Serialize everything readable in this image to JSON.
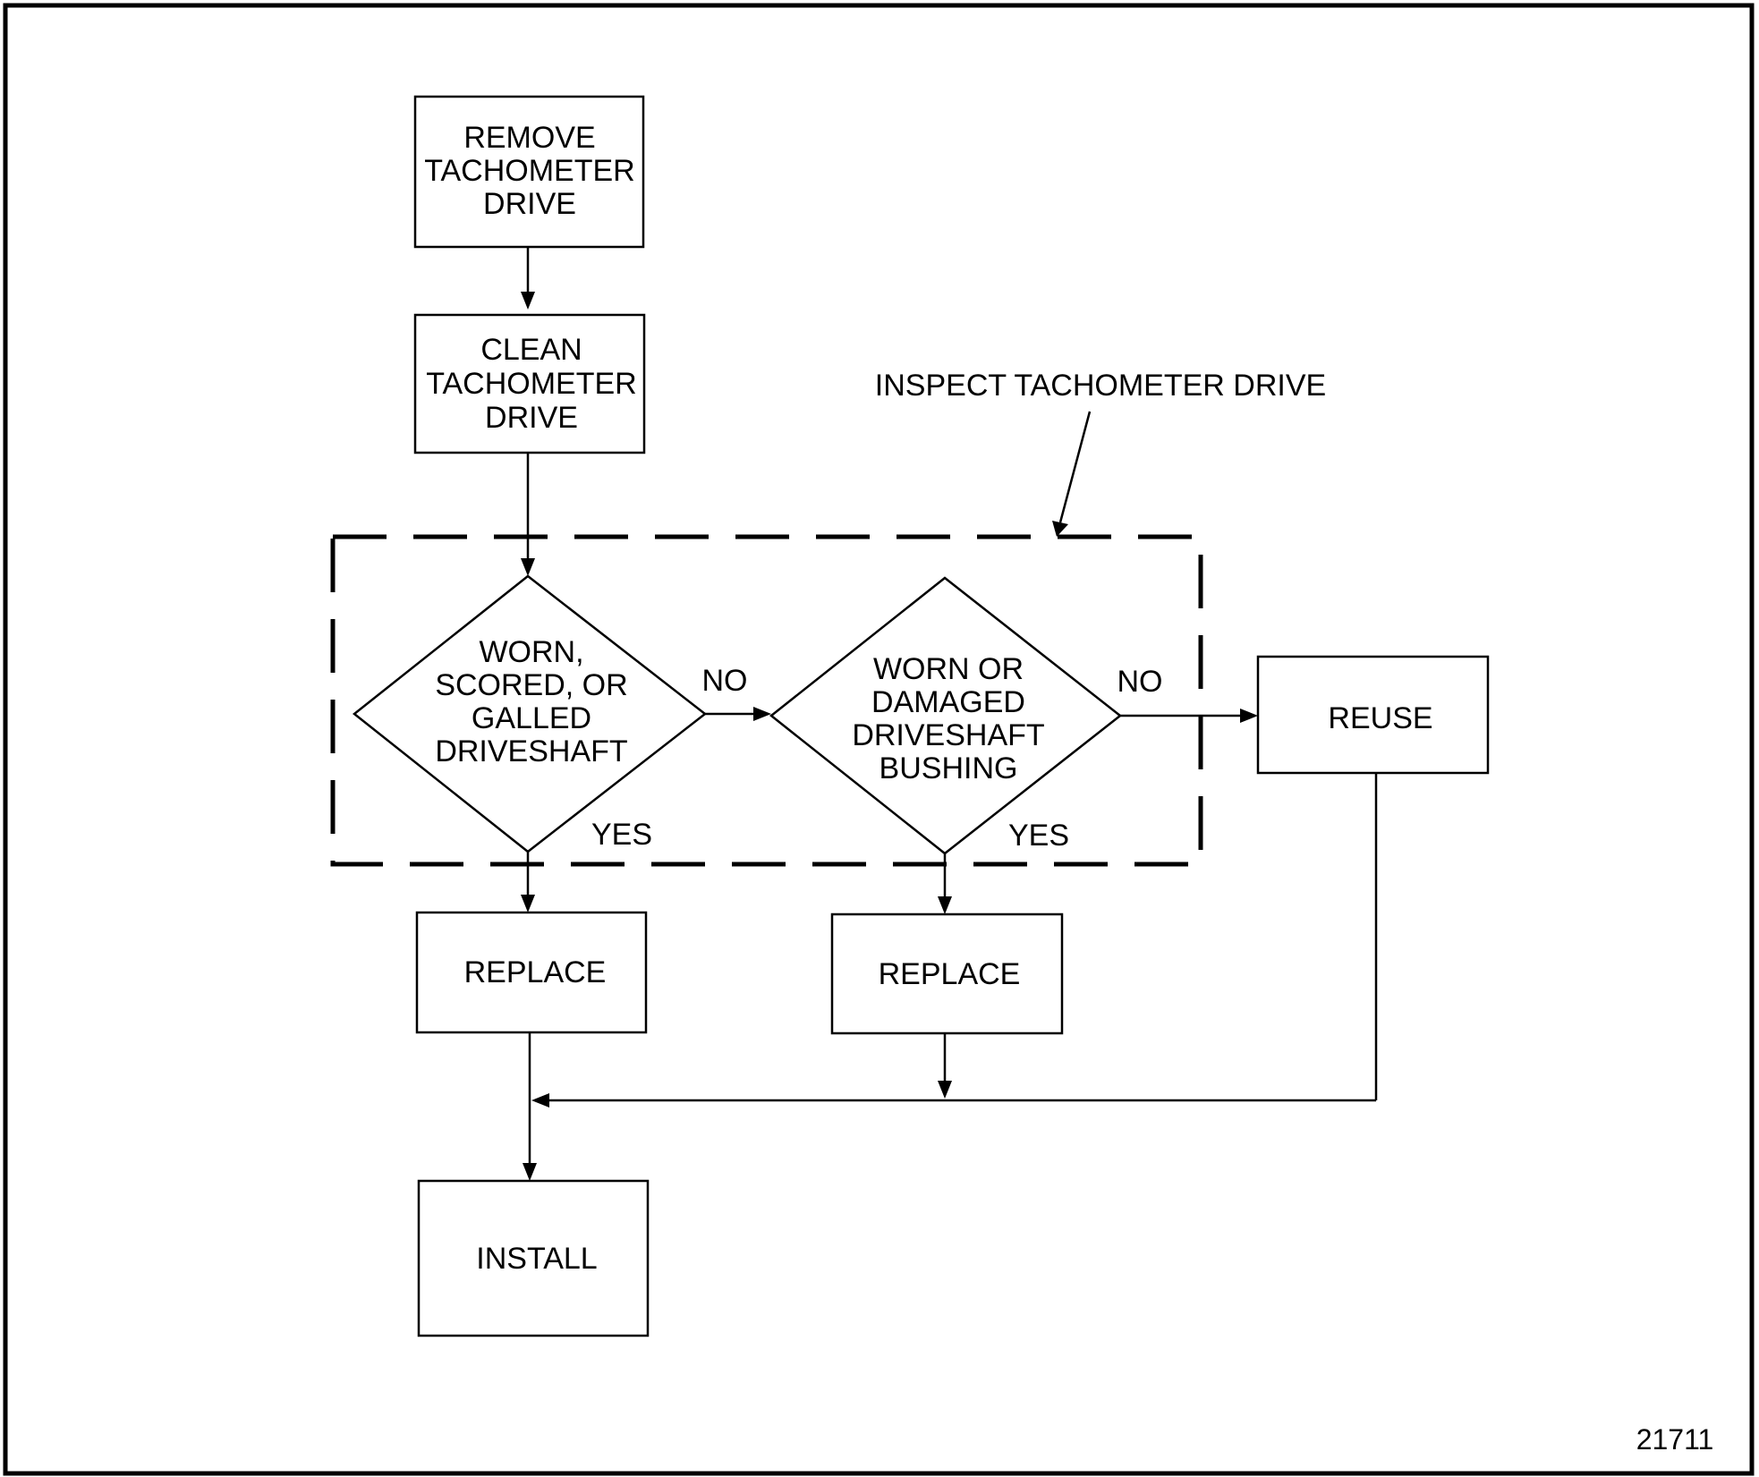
{
  "diagram": {
    "nodes": {
      "remove": [
        "REMOVE",
        "TACHOMETER",
        "DRIVE"
      ],
      "clean": [
        "CLEAN",
        "TACHOMETER",
        "DRIVE"
      ],
      "decision_driveshaft": [
        "WORN,",
        "SCORED, OR",
        "GALLED",
        "DRIVESHAFT"
      ],
      "decision_bushing": [
        "WORN OR",
        "DAMAGED",
        "DRIVESHAFT",
        "BUSHING"
      ],
      "reuse": "REUSE",
      "replace_driveshaft": "REPLACE",
      "replace_bushing": "REPLACE",
      "install": "INSTALL"
    },
    "group_label": "INSPECT TACHOMETER DRIVE",
    "edge_labels": {
      "no_1": "NO",
      "no_2": "NO",
      "yes_1": "YES",
      "yes_2": "YES"
    },
    "figure_number": "21711"
  }
}
